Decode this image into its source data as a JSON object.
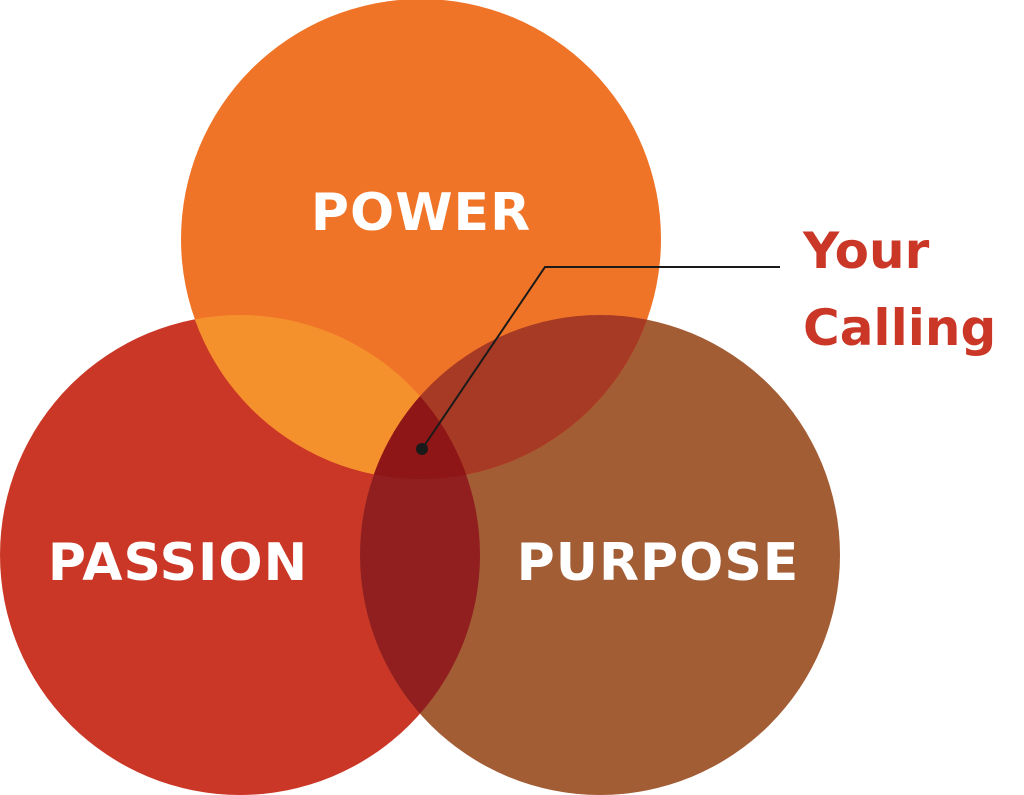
{
  "diagram": {
    "type": "venn-3",
    "circles": [
      {
        "id": "power",
        "label": "POWER",
        "color": "#F07427"
      },
      {
        "id": "passion",
        "label": "PASSION",
        "color": "#CB3727"
      },
      {
        "id": "purpose",
        "label": "PURPOSE",
        "color": "#A25D35"
      }
    ],
    "overlaps": {
      "power_passion": "#F5912D",
      "power_purpose": "#A63A24",
      "passion_purpose": "#921F20",
      "center": "#8E1616"
    },
    "callout": {
      "line1": "Your",
      "line2": "Calling",
      "color": "#CB3727",
      "line_color": "#1a1a1a"
    }
  }
}
